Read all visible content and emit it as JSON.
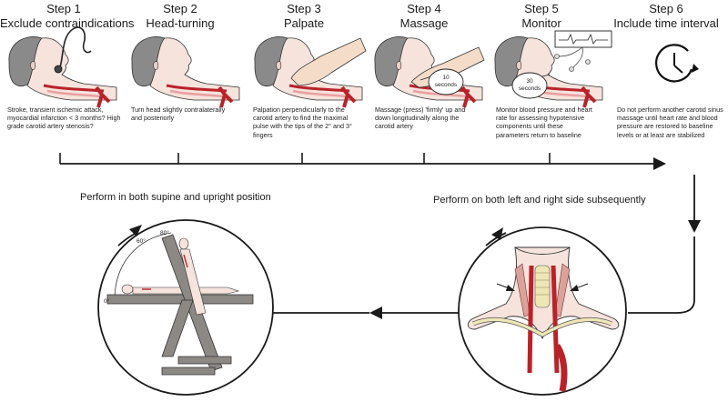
{
  "steps": [
    {
      "number": "Step 1",
      "title": "Exclude contraindications",
      "description": "Stroke, transient ischemic attack, myocardial infarction < 3 months? High grade carotid artery stenosis?"
    },
    {
      "number": "Step 2",
      "title": "Head-turning",
      "description": "Turn head slightly contralaterally and posteriorly"
    },
    {
      "number": "Step 3",
      "title": "Palpate",
      "description": "Palpation perpendicularly to the carotid artery to find the maximal pulse with the tips of the 2° and 3° fingers"
    },
    {
      "number": "Step 4",
      "title": "Massage",
      "description": "Massage (press) 'firmly' up and down longitudinally along the carotid artery"
    },
    {
      "number": "Step 5",
      "title": "Monitor",
      "description": "Monitor blood pressure and heart rate for assessing hypotensive components until these parameters return to baseline"
    },
    {
      "number": "Step 6",
      "title": "Include time interval",
      "description": "Do not perform another carotid sinus massage until heart rate and blood pressure are restored to baseline levels or at least are stabilized"
    }
  ],
  "bubbles": {
    "step4": {
      "value": "10",
      "unit": "seconds"
    },
    "step5": {
      "value": "30",
      "unit": "seconds"
    }
  },
  "labels": {
    "supine_upright": "Perform in both supine and upright position",
    "left_right": "Perform on both left and right side subsequently"
  },
  "tilt_angles": {
    "a0": "0°",
    "a60": "60°",
    "a80": "80°"
  },
  "icons": [
    "stethoscope-icon",
    "clock-icon",
    "monitor-icon"
  ],
  "colors": {
    "artery": "#b8232a",
    "skin": "#f6e3dc",
    "hair": "#8a8a8a",
    "table": "#8c8884"
  }
}
